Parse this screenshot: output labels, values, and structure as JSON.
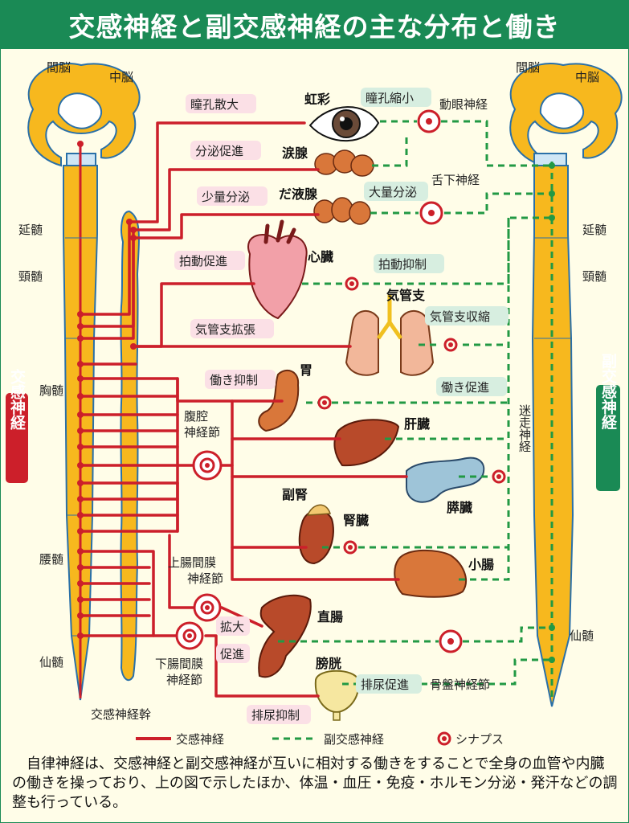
{
  "title": "交感神経と副交感神経の主な分布と働き",
  "colors": {
    "sympathetic": "#cc1f2a",
    "parasympathetic": "#229944",
    "spine": "#f7b81e",
    "brain": "#f7b81e",
    "header": "#1a8a55",
    "label_pink": "#fbe0e6",
    "label_green": "#d7eee0"
  },
  "spine_left": {
    "interbrain": "間脳",
    "midbrain": "中脳",
    "medulla": "延髄",
    "cervical": "頸髄",
    "thoracic": "胸髄",
    "lumbar": "腰髄",
    "sacral": "仙髄",
    "trunk": "交感神経幹",
    "system_label": "交感神経"
  },
  "spine_right": {
    "interbrain": "間脳",
    "midbrain": "中脳",
    "medulla": "延髄",
    "cervical": "頸髄",
    "sacral": "仙髄",
    "system_label": "副交感神経"
  },
  "organs": {
    "iris": "虹彩",
    "lacrimal": "涙腺",
    "salivary": "だ液腺",
    "heart": "心臓",
    "bronchi": "気管支",
    "stomach": "胃",
    "liver": "肝臓",
    "pancreas": "膵臓",
    "adrenal": "副腎",
    "kidney": "腎臓",
    "small_intestine": "小腸",
    "rectum": "直腸",
    "bladder": "膀胱"
  },
  "sympathetic_effects": {
    "pupil": "瞳孔散大",
    "secretion": "分泌促進",
    "small_secretion": "少量分泌",
    "heart": "拍動促進",
    "bronchi": "気管支拡張",
    "stomach": "働き抑制",
    "rectum_1": "拡大",
    "rectum_2": "促進",
    "urination": "排尿抑制"
  },
  "parasympathetic_effects": {
    "pupil": "瞳孔縮小",
    "saliva": "大量分泌",
    "heart": "拍動抑制",
    "bronchi": "気管支収縮",
    "stomach": "働き促進",
    "urination": "排尿促進"
  },
  "nerves": {
    "oculomotor": "動眼神経",
    "hypoglossal": "舌下神経",
    "vagus": "迷走神経",
    "celiac": "腹腔神経節",
    "sup_mesenteric": "上腸間膜神経節",
    "inf_mesenteric": "下腸間膜神経節",
    "pelvic": "骨盤神経節"
  },
  "legend": {
    "sympathetic": "交感神経",
    "parasympathetic": "副交感神経",
    "synapse": "シナプス"
  },
  "caption": "自律神経は、交感神経と副交感神経が互いに相対する働きをすることで全身の血管や内臓の働きを操っており、上の図で示したほか、体温・血圧・免疫・ホルモン分泌・発汗などの調整も行っている。"
}
